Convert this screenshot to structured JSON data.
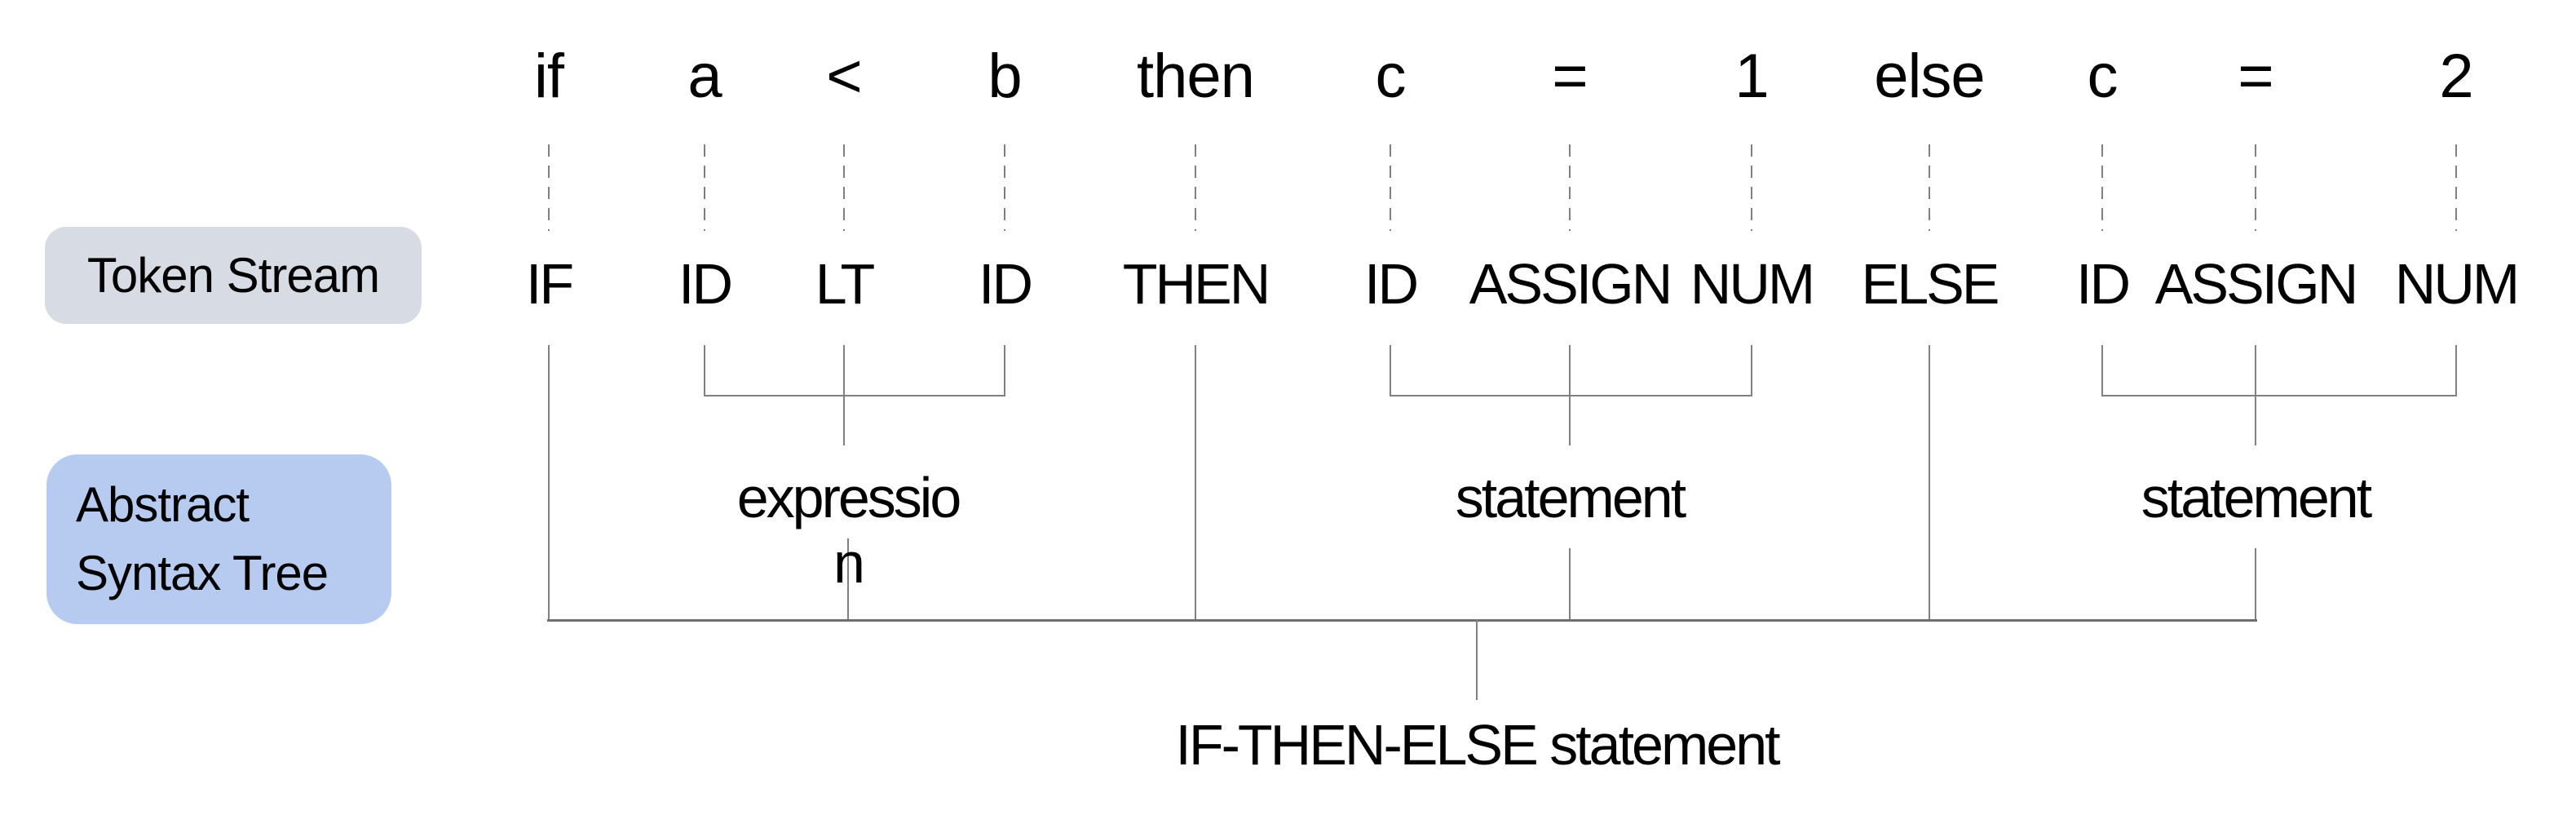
{
  "legend": {
    "token_stream": {
      "label": "Token Stream"
    },
    "abstract_syntax_tree": {
      "lines": [
        "Abstract",
        "Syntax Tree"
      ]
    }
  },
  "tokens": [
    {
      "source": "if",
      "token": "IF"
    },
    {
      "source": "a",
      "token": "ID"
    },
    {
      "source": "<",
      "token": "LT"
    },
    {
      "source": "b",
      "token": "ID"
    },
    {
      "source": "then",
      "token": "THEN"
    },
    {
      "source": "c",
      "token": "ID"
    },
    {
      "source": "=",
      "token": "ASSIGN"
    },
    {
      "source": "1",
      "token": "NUM"
    },
    {
      "source": "else",
      "token": "ELSE"
    },
    {
      "source": "c",
      "token": "ID"
    },
    {
      "source": "=",
      "token": "ASSIGN"
    },
    {
      "source": "2",
      "token": "NUM"
    }
  ],
  "ast": {
    "phrase_labels": [
      {
        "name": "expression",
        "lines": [
          "expressio",
          "n"
        ]
      },
      {
        "name": "statement",
        "lines": [
          "statement"
        ]
      },
      {
        "name": "statement",
        "lines": [
          "statement"
        ]
      }
    ],
    "root_label": "IF-THEN-ELSE statement"
  },
  "colors": {
    "token_stream_badge_bg": "#d7dbe3",
    "ast_badge_bg": "#b6cbef",
    "dash_line": "#7f7f7f",
    "tree_line": "#808080",
    "main_line": "#6e6e6e",
    "text": "#000000"
  }
}
